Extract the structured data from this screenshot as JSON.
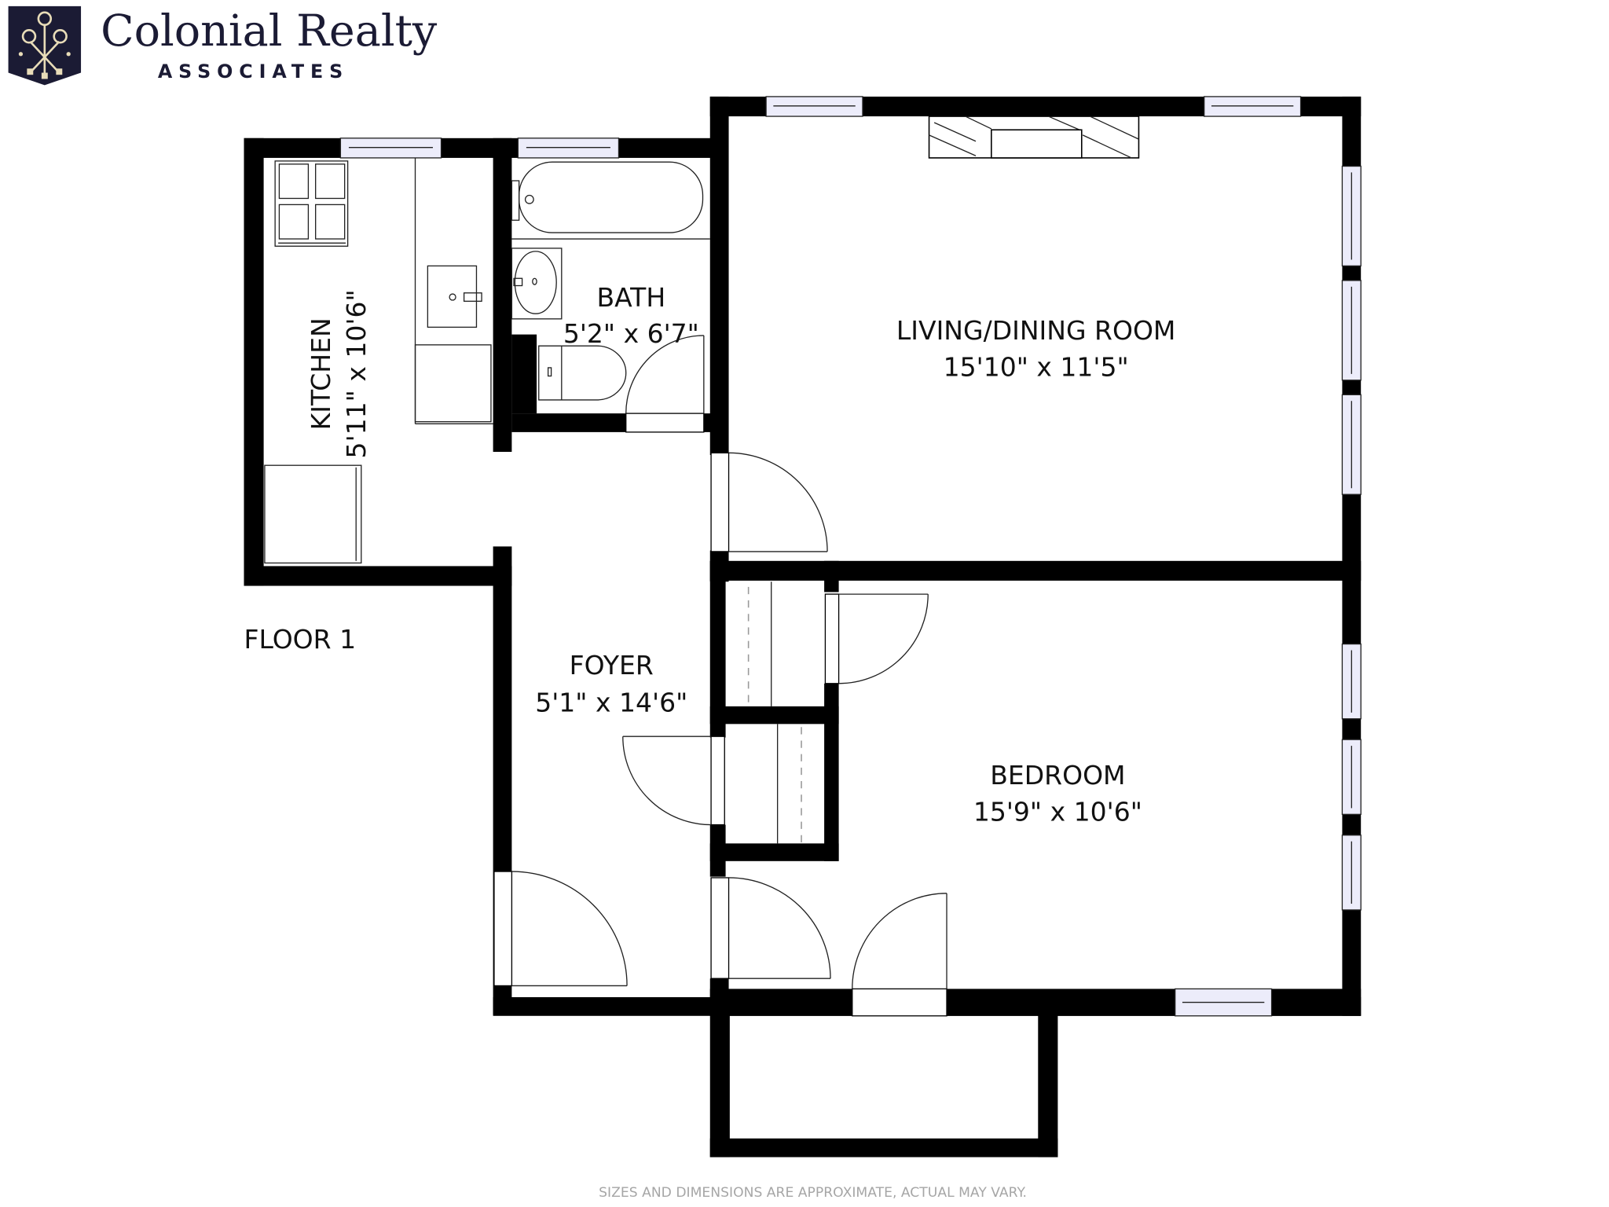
{
  "brand": {
    "name": "Colonial Realty",
    "subtitle": "ASSOCIATES",
    "logo_icon": "crossed-keys-shield-icon",
    "logo_bg": "#1b1b34",
    "logo_fg": "#e8dcb8"
  },
  "floor_label": "FLOOR 1",
  "rooms": {
    "kitchen": {
      "name": "KITCHEN",
      "dims": "5'11\" x 10'6\""
    },
    "bath": {
      "name": "BATH",
      "dims": "5'2\" x 6'7\""
    },
    "living": {
      "name": "LIVING/DINING ROOM",
      "dims": "15'10\" x 11'5\""
    },
    "foyer": {
      "name": "FOYER",
      "dims": "5'1\" x 14'6\""
    },
    "bedroom": {
      "name": "BEDROOM",
      "dims": "15'9\" x 10'6\""
    }
  },
  "disclaimer": "SIZES AND DIMENSIONS ARE APPROXIMATE, ACTUAL MAY VARY.",
  "colors": {
    "wall": "#000000",
    "window": "#ececfa",
    "disclaimer": "#a6a6a6"
  }
}
